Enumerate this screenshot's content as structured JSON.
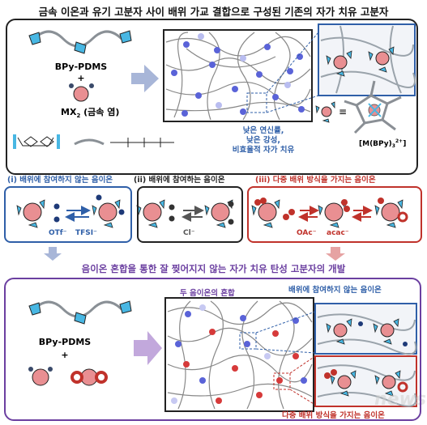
{
  "title": "금속 이온과 유기 고분자 사이 배위 가교 결합으로 구성된 기존의 자가 치유 고분자",
  "subtitle": "음이온 혼합을 통한 잘 찢어지지 않는 자가 치유 탄성 고분자의 개발",
  "top_panel": {
    "polymer_label": "BPy-PDMS",
    "plus": "+",
    "salt_label_main": "MX",
    "salt_label_sub": "2",
    "salt_label_rest": " (금속 염)",
    "drawbacks": [
      "낮은 연신률,",
      "낮은 강성,",
      "비효율적 자가 치유"
    ],
    "complex_label": "[M(BPy)",
    "complex_label_sub": "3",
    "complex_label_sup": "2+",
    "equiv": "≡"
  },
  "anion_panels": [
    {
      "title": "(i) 배위에 참여하지 않는 음이온",
      "ions": [
        "OTf⁻",
        "TFSI⁻"
      ]
    },
    {
      "title": "(ii) 배위에 참여하는 음이온",
      "ions": [
        "Cl⁻"
      ]
    },
    {
      "title": "(iii) 다중 배위 방식을 가지는 음이온",
      "ions": [
        "OAc⁻",
        "acac⁻"
      ]
    }
  ],
  "bottom_panel": {
    "polymer_label": "BPy-PDMS",
    "plus": "+",
    "mix_label": "두 음이온의 혼합",
    "callout_top": "배위에 참여하지 않는 음이온",
    "callout_bottom": "다중 배위 방식을 가지는 음이온"
  },
  "watermark": "news1",
  "colors": {
    "blue": "#2f5fa8",
    "red": "#c0322b",
    "purple": "#6b3fa0",
    "metal_pink": "#e98f92",
    "ligand_cyan": "#48b7e3",
    "node_blue": "#5a63d8",
    "node_red": "#d63a3a"
  }
}
